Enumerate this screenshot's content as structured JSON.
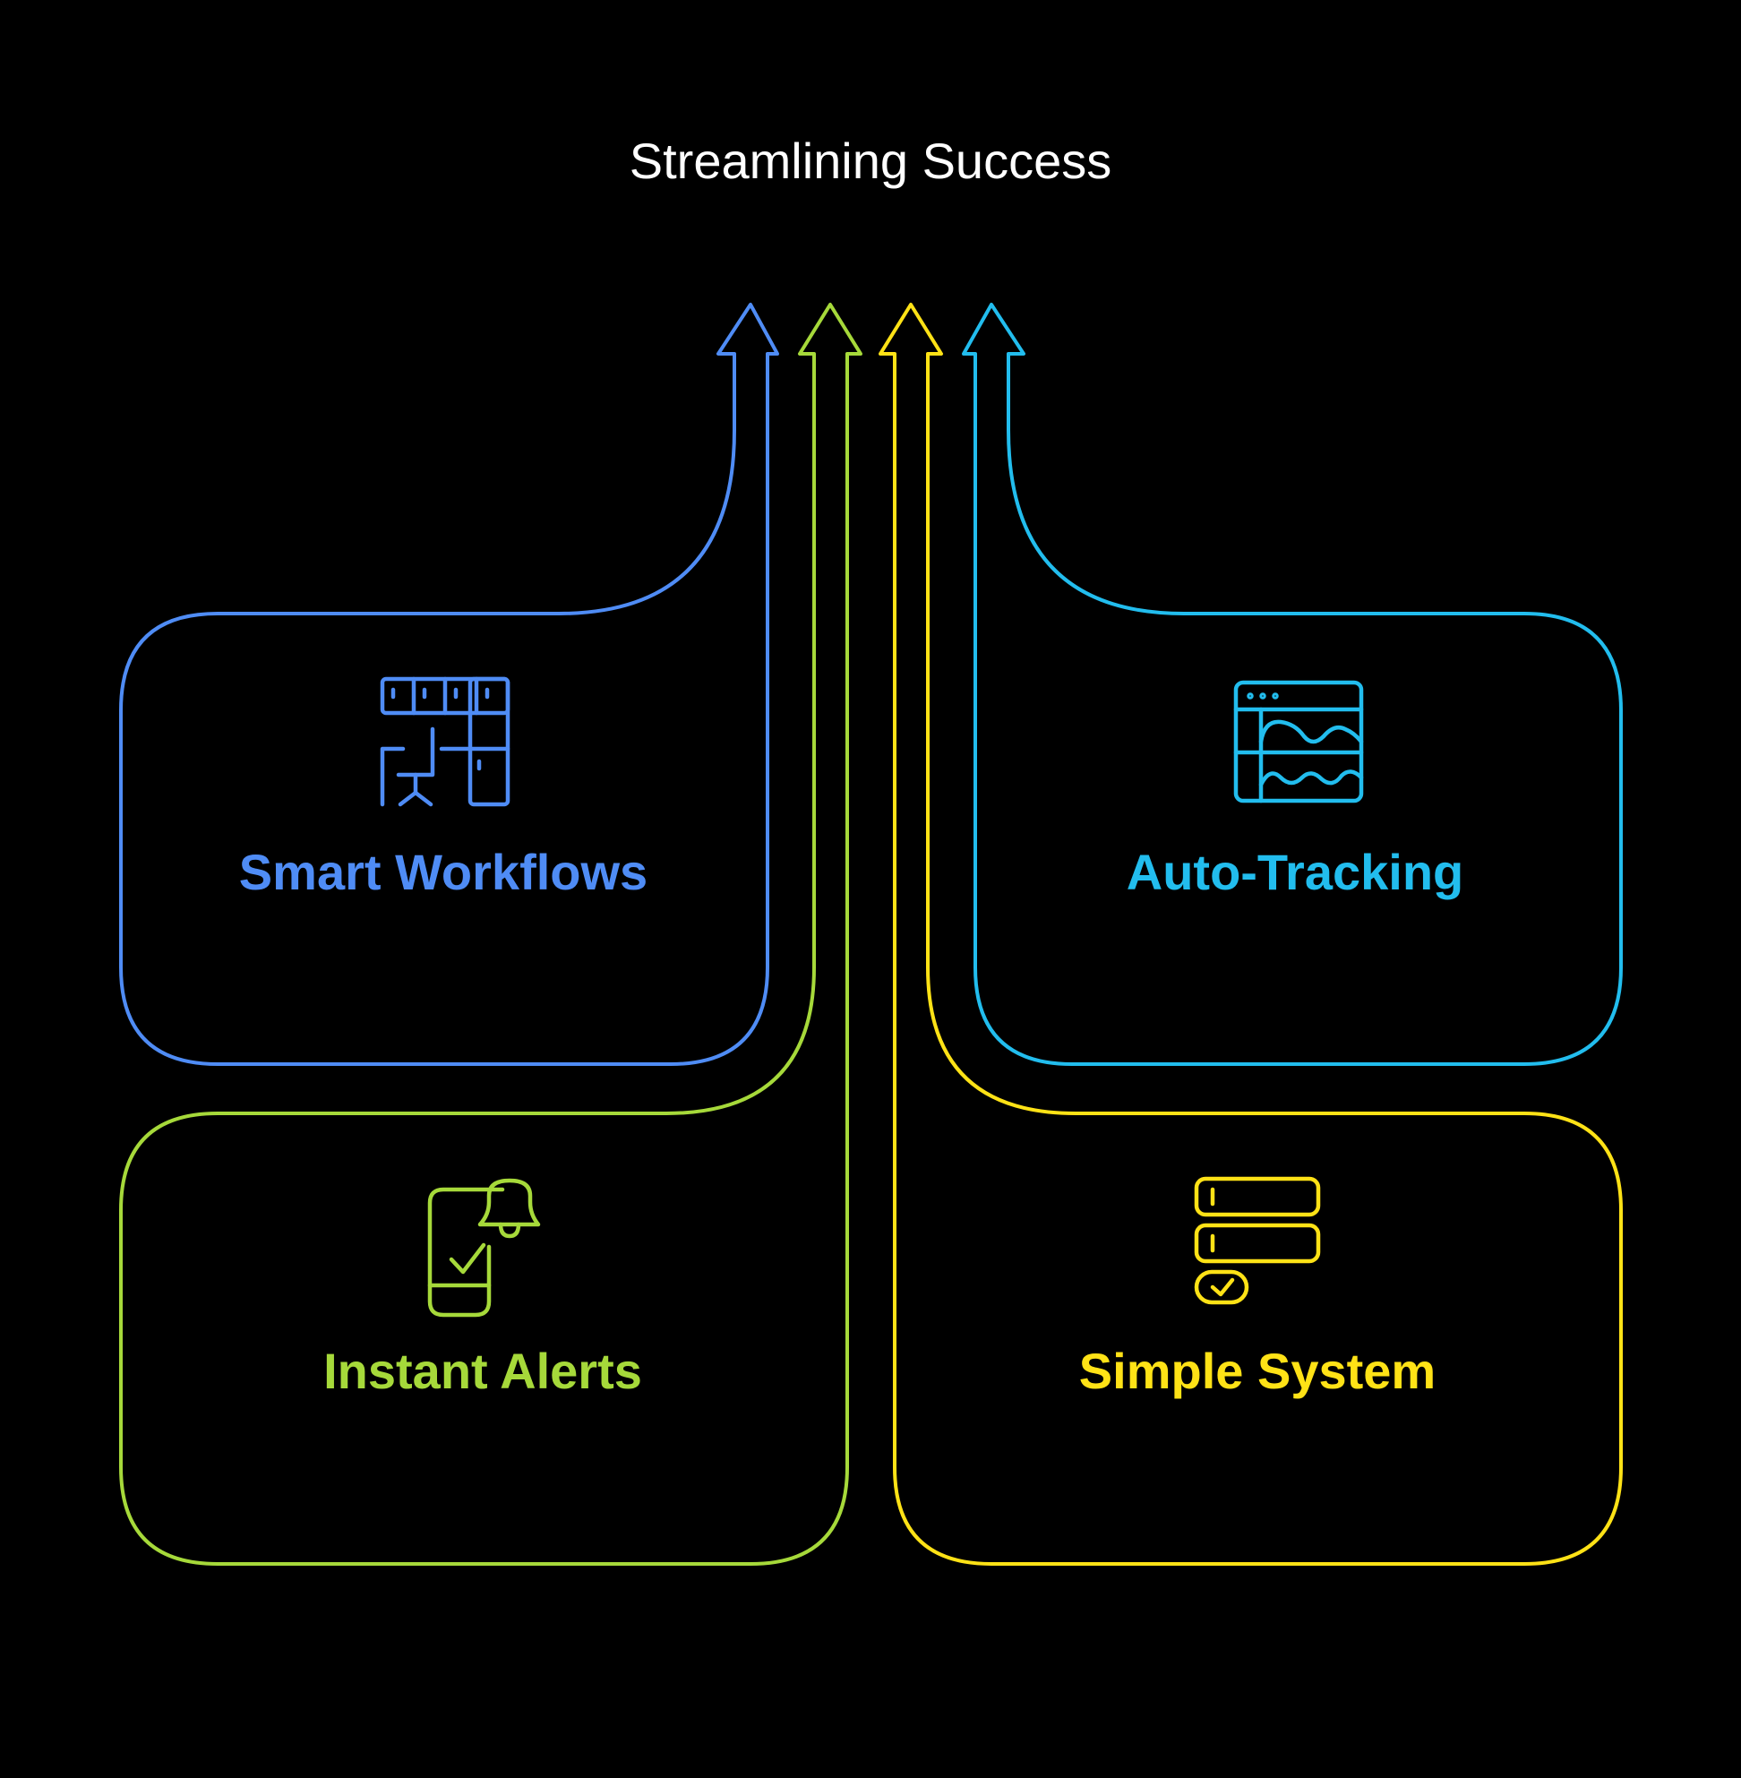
{
  "title": "Streamlining Success",
  "colors": {
    "background": "#000000",
    "blue": "#4F8CF5",
    "green": "#A6D93A",
    "yellow": "#FFE216",
    "cyan": "#22BDEE"
  },
  "cards": [
    {
      "label": "Smart Workflows",
      "icon": "workflow-office-icon",
      "color": "#4F8CF5"
    },
    {
      "label": "Instant Alerts",
      "icon": "phone-bell-check-icon",
      "color": "#A6D93A"
    },
    {
      "label": "Auto-Tracking",
      "icon": "dashboard-charts-icon",
      "color": "#22BDEE"
    },
    {
      "label": "Simple System",
      "icon": "stacked-storage-check-icon",
      "color": "#FFE216"
    }
  ]
}
